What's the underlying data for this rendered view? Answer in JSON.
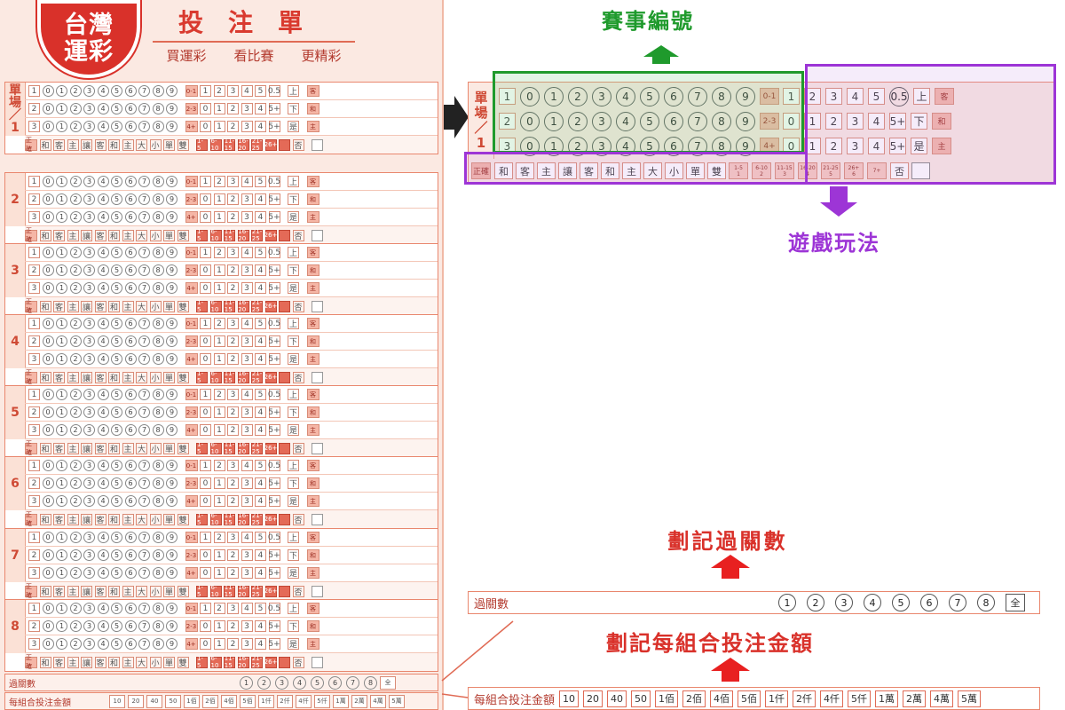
{
  "ticket": {
    "logo": [
      "台灣",
      "運彩"
    ],
    "title": "投注單",
    "subtitle": [
      "買運彩",
      "看比賽",
      "更精彩"
    ],
    "first_label": "單場／1",
    "match_numbers": [
      "2",
      "3",
      "4",
      "5",
      "6",
      "7",
      "8"
    ],
    "row_ids": [
      "1",
      "2",
      "3"
    ],
    "digits": [
      "0",
      "1",
      "2",
      "3",
      "4",
      "5",
      "6",
      "7",
      "8",
      "9"
    ],
    "range_tags": [
      "0-1",
      "2-3",
      "4+"
    ],
    "right_row1": [
      "1",
      "2",
      "3",
      "4",
      "5",
      "0.5"
    ],
    "right_row2": [
      "0",
      "1",
      "2",
      "3",
      "4",
      "5+"
    ],
    "right_row3": [
      "0",
      "1",
      "2",
      "3",
      "4",
      "5+"
    ],
    "side_labels": [
      "上",
      "下",
      "是"
    ],
    "side_boxes": [
      "客",
      "和",
      "主"
    ],
    "foot_mark": "正確",
    "foot_cells": [
      "和",
      "客",
      "主",
      "讓",
      "客",
      "和",
      "主",
      "大",
      "小",
      "單",
      "雙"
    ],
    "foot_ranges": [
      "1-5",
      "6-10",
      "11-15",
      "16-20",
      "21-25",
      "26+",
      ""
    ],
    "foot_no": "否"
  },
  "zoom": {
    "label_lines": [
      "單",
      "場",
      "／",
      "1"
    ],
    "title_match_id": "賽事編號",
    "title_play": "遊戲玩法",
    "foot_sub": [
      "1",
      "2",
      "3",
      "4",
      "5",
      "6",
      "7+"
    ]
  },
  "parlay": {
    "label": "過關數",
    "options": [
      "1",
      "2",
      "3",
      "4",
      "5",
      "6",
      "7",
      "8"
    ],
    "all": "全",
    "caption": "劃記過關數"
  },
  "stake": {
    "label": "每組合投注金額",
    "options": [
      "10",
      "20",
      "40",
      "50",
      "1佰",
      "2佰",
      "4佰",
      "5佰",
      "1仟",
      "2仟",
      "4仟",
      "5仟",
      "1萬",
      "2萬",
      "4萬",
      "5萬"
    ],
    "caption": "劃記每組合投注金額"
  },
  "colors": {
    "green": "#1f9a2c",
    "purple": "#9d35d6",
    "red": "#d9312a"
  }
}
